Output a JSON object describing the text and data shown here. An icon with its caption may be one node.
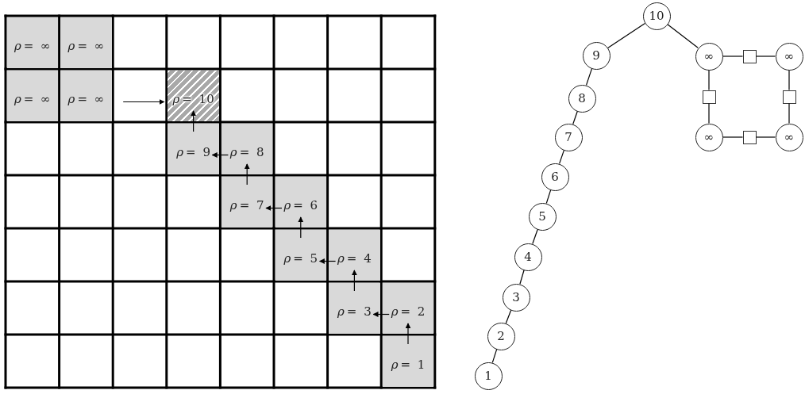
{
  "diagram": {
    "nodes": [
      {
        "text": [
          "*ρ* = ∞"
        ]
      },
      {
        "text": [
          "*ρ* = ∞"
        ]
      },
      {
        "text": [
          "*ρ* = ∞"
        ]
      },
      {
        "text": [
          "*ρ* = ∞"
        ]
      },
      {
        "text": [
          "*ρ* = 10"
        ]
      },
      {
        "text": [
          "*ρ* = 9"
        ]
      },
      {
        "text": [
          "*ρ* = 8"
        ]
      },
      {
        "text": [
          "*ρ* = 7"
        ]
      },
      {
        "text": [
          "*ρ* = 6"
        ]
      },
      {
        "text": [
          "*ρ* = 5"
        ]
      },
      {
        "text": [
          "*ρ* = 4"
        ]
      },
      {
        "text": [
          "*ρ* = 3"
        ]
      },
      {
        "text": [
          "*ρ* = 2"
        ]
      },
      {
        "text": [
          "*ρ* = 1"
        ]
      },
      {
        "text": [
          "10"
        ]
      },
      {
        "text": [
          "9"
        ]
      },
      {
        "text": [
          "∞"
        ]
      },
      {
        "text": [],
        "shape": "box"
      },
      {
        "text": [
          "∞"
        ]
      },
      {
        "text": [
          "8"
        ]
      },
      {
        "text": [],
        "shape": "box"
      },
      {
        "text": [],
        "shape": "box"
      },
      {
        "text": [
          "7"
        ]
      },
      {
        "text": [
          "∞"
        ]
      },
      {
        "text": [],
        "shape": "box"
      },
      {
        "text": [
          "∞"
        ]
      },
      {
        "text": [
          "6"
        ]
      },
      {
        "text": [
          "5"
        ]
      },
      {
        "text": [
          "4"
        ]
      },
      {
        "text": [
          "3"
        ]
      },
      {
        "text": [
          "2"
        ]
      },
      {
        "text": [
          "1"
        ]
      }
    ],
    "edges": [
      {
        "from": 13,
        "to": 12,
        "arrow": "to"
      },
      {
        "from": 12,
        "to": 11,
        "arrow": "to"
      },
      {
        "from": 11,
        "to": 10,
        "arrow": "to"
      },
      {
        "from": 10,
        "to": 9,
        "arrow": "to"
      },
      {
        "from": 9,
        "to": 8,
        "arrow": "to"
      },
      {
        "from": 8,
        "to": 7,
        "arrow": "to"
      },
      {
        "from": 7,
        "to": 6,
        "arrow": "to"
      },
      {
        "from": 6,
        "to": 5,
        "arrow": "to"
      },
      {
        "from": 5,
        "to": 4,
        "arrow": "to"
      },
      {
        "from": null,
        "to": 4,
        "arrow": "to"
      },
      {
        "from": 31,
        "to": 30,
        "arrow": "none"
      },
      {
        "from": 30,
        "to": 29,
        "arrow": "none"
      },
      {
        "from": 29,
        "to": 28,
        "arrow": "none"
      },
      {
        "from": 28,
        "to": 27,
        "arrow": "none"
      },
      {
        "from": 27,
        "to": 26,
        "arrow": "none"
      },
      {
        "from": 26,
        "to": 22,
        "arrow": "none"
      },
      {
        "from": 22,
        "to": 19,
        "arrow": "none"
      },
      {
        "from": 19,
        "to": 15,
        "arrow": "none"
      },
      {
        "from": 15,
        "to": 14,
        "arrow": "none"
      },
      {
        "from": 14,
        "to": 16,
        "arrow": "none"
      },
      {
        "from": 16,
        "to": 17,
        "arrow": "none"
      },
      {
        "from": 17,
        "to": 18,
        "arrow": "none"
      },
      {
        "from": 16,
        "to": 20,
        "arrow": "none"
      },
      {
        "from": 20,
        "to": 23,
        "arrow": "none"
      },
      {
        "from": 18,
        "to": 21,
        "arrow": "none"
      },
      {
        "from": 21,
        "to": 25,
        "arrow": "none"
      },
      {
        "from": 23,
        "to": 24,
        "arrow": "none"
      },
      {
        "from": 24,
        "to": 25,
        "arrow": "none"
      }
    ]
  }
}
